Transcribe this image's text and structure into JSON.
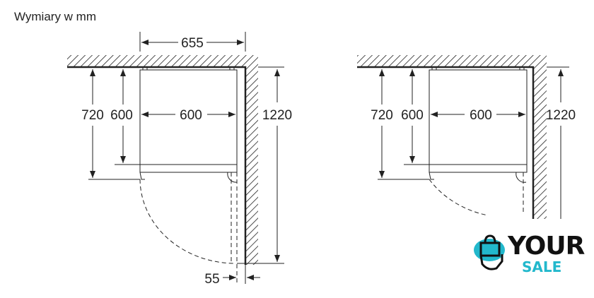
{
  "title": "Wymiary w mm",
  "left": {
    "depth_total": "655",
    "depth_door": "720",
    "depth_body": "600",
    "width": "600",
    "height": "1220",
    "gap": "55"
  },
  "right": {
    "depth_door": "720",
    "depth_body": "600",
    "width": "600",
    "height": "1220"
  },
  "logo": {
    "line1": "YOUR",
    "line2": "SALE",
    "accent": "#22b8cc"
  }
}
